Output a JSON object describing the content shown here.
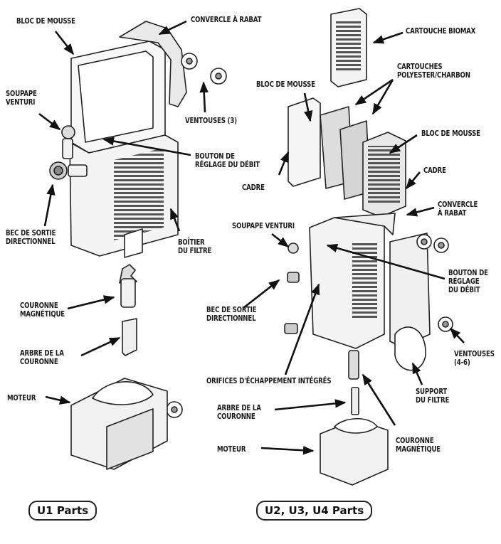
{
  "u1": {
    "bloc_mousse": "BLOC DE MOUSSE",
    "couvercle": "CONVERCLE À RABAT",
    "soupape": "SOUPAPE\nVENTURI",
    "ventouses": "VENTOUSES (3)",
    "bouton": "BOUTON DE\nRÉGLAGE DU DÉBIT",
    "bec": "BEC DE SORTIE\nDIRECTIONNEL",
    "boitier": "BOÎTIER\nDU FILTRE",
    "couronne": "COURONNE\nMAGNÉTIQUE",
    "arbre": "ARBRE DE LA\nCOURONNE",
    "moteur": "MOTEUR",
    "badge": "U1 Parts"
  },
  "u2": {
    "biomax": "CARTOUCHE BIOMAX",
    "cartouches": "CARTOUCHES\nPOLYESTER/CHARBON",
    "bloc_mousse_left": "BLOC DE MOUSSE",
    "bloc_mousse_right": "BLOC DE MOUSSE",
    "cadre_right": "CADRE",
    "cadre_left": "CADRE",
    "couvercle": "CONVERCLE\nÀ RABAT",
    "soupape": "SOUPAPE VENTURI",
    "bouton": "BOUTON DE\nRÉGLAGE\nDU DÉBIT",
    "bec": "BEC DE SORTIE\nDIRECTIONNEL",
    "ventouses": "VENTOUSES\n(4-6)",
    "orifices": "ORIFICES D'ÉCHAPPEMENT INTÉGRÉS",
    "support": "SUPPORT\nDU FILTRE",
    "arbre": "ARBRE DE LA\nCOURONNE",
    "couronne": "COURONNE\nMAGNÉTIQUE",
    "moteur": "MOTEUR",
    "badge": "U2, U3, U4 Parts"
  }
}
